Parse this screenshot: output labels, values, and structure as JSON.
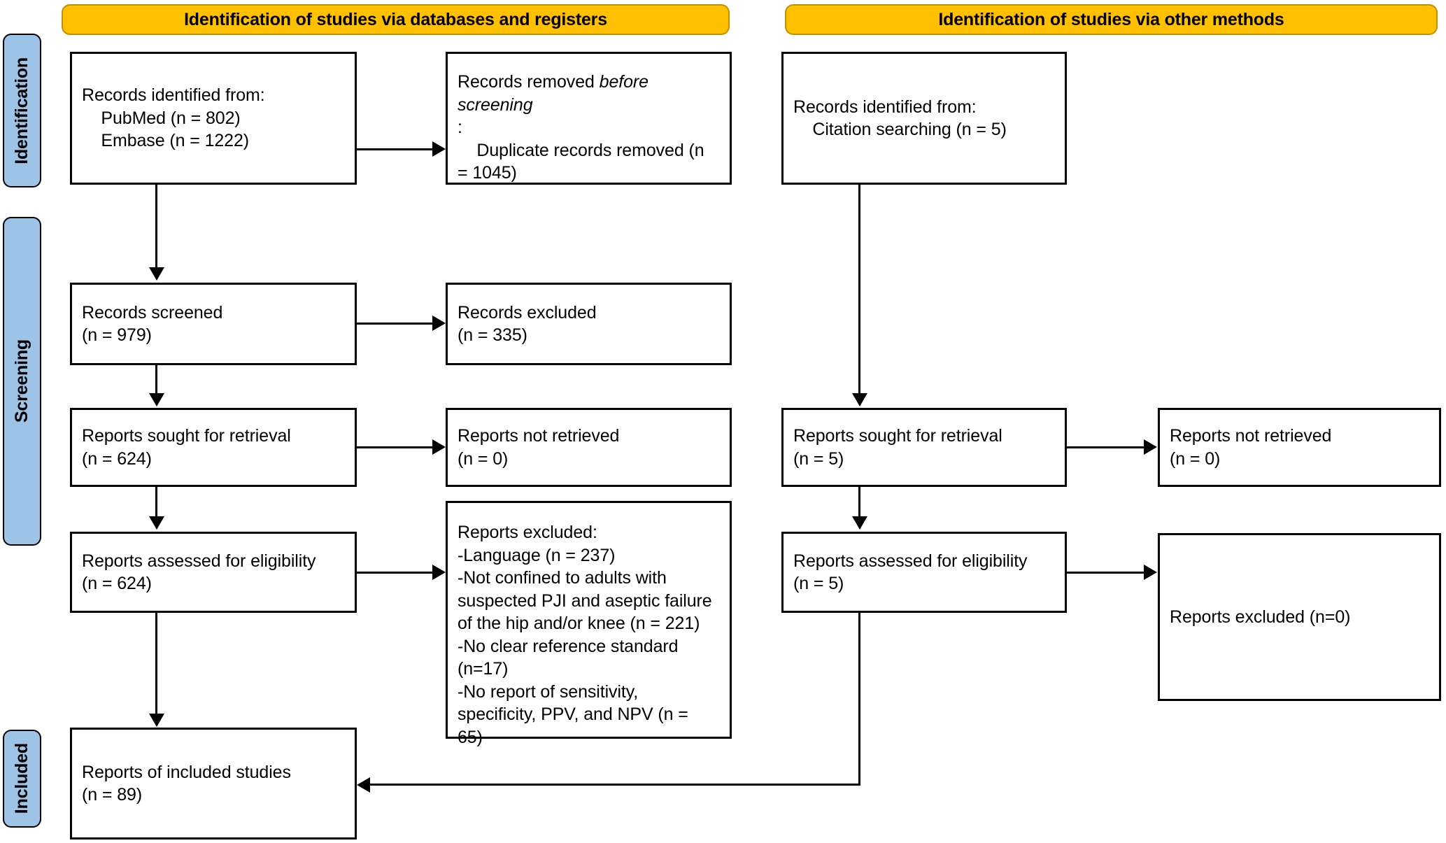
{
  "diagram": {
    "title": "PRISMA 2020 flow diagram",
    "colors": {
      "stage_header_fill": "#ffc000",
      "stage_header_border": "#bf9000",
      "phase_label_fill": "#9dc3e6",
      "box_border": "#000000",
      "text": "#000000",
      "background": "#ffffff"
    }
  },
  "stage_headers": {
    "databases": "Identification of studies via databases and registers",
    "other_methods": "Identification of studies via other methods"
  },
  "phase_labels": {
    "identification": "Identification",
    "screening": "Screening",
    "included": "Included"
  },
  "boxes": {
    "records_identified_databases": "Records identified from:\n    PubMed (n = 802)\n    Embase (n = 1222)",
    "records_removed_line1": "Records removed ",
    "records_removed_italic1": "before",
    "records_removed_italic2": "screening",
    "records_removed_line2": ":\n    Duplicate records removed (n\n= 1045)",
    "records_identified_other": "Records identified from:\n    Citation searching (n = 5)",
    "records_screened": "Records screened\n(n = 979)",
    "records_excluded": "Records excluded\n(n = 335)",
    "reports_sought_left": "Reports sought for retrieval\n(n = 624)",
    "reports_not_retrieved_left": "Reports not retrieved\n(n = 0)",
    "reports_assessed_left": "Reports assessed for eligibility\n(n = 624)",
    "reports_excluded_detail": "Reports excluded:\n-Language (n = 237)\n-Not confined to adults with\nsuspected PJI and aseptic failure\nof the hip and/or knee (n = 221)\n-No clear reference standard\n(n=17)\n-No report of sensitivity,\nspecificity, PPV, and NPV (n =\n65)",
    "reports_sought_right": "Reports sought for retrieval\n(n = 5)",
    "reports_not_retrieved_right": "Reports not retrieved\n(n = 0)",
    "reports_assessed_right": "Reports assessed for eligibility\n(n = 5)",
    "reports_excluded_right": "Reports excluded (n=0)",
    "reports_included": "Reports of included studies\n(n = 89)"
  },
  "chart_data": {
    "type": "diagram",
    "title": "PRISMA 2020 flow diagram",
    "nodes": [
      {
        "id": "records_identified_databases",
        "label": "Records identified from: PubMed (n = 802), Embase (n = 1222)",
        "values": {
          "PubMed": 802,
          "Embase": 1222
        },
        "column": "databases",
        "phase": "Identification"
      },
      {
        "id": "records_removed",
        "label": "Records removed before screening: Duplicate records removed (n = 1045)",
        "values": {
          "Duplicate records removed": 1045
        },
        "column": "databases",
        "phase": "Identification"
      },
      {
        "id": "records_identified_other",
        "label": "Records identified from: Citation searching (n = 5)",
        "values": {
          "Citation searching": 5
        },
        "column": "other",
        "phase": "Identification"
      },
      {
        "id": "records_screened",
        "label": "Records screened",
        "values": {
          "n": 979
        },
        "column": "databases",
        "phase": "Screening"
      },
      {
        "id": "records_excluded",
        "label": "Records excluded",
        "values": {
          "n": 335
        },
        "column": "databases",
        "phase": "Screening"
      },
      {
        "id": "reports_sought_left",
        "label": "Reports sought for retrieval",
        "values": {
          "n": 624
        },
        "column": "databases",
        "phase": "Screening"
      },
      {
        "id": "reports_not_retrieved_left",
        "label": "Reports not retrieved",
        "values": {
          "n": 0
        },
        "column": "databases",
        "phase": "Screening"
      },
      {
        "id": "reports_assessed_left",
        "label": "Reports assessed for eligibility",
        "values": {
          "n": 624
        },
        "column": "databases",
        "phase": "Screening"
      },
      {
        "id": "reports_excluded_detail",
        "label": "Reports excluded",
        "values": {
          "Language": 237,
          "Not confined to adults with suspected PJI and aseptic failure of the hip and/or knee": 221,
          "No clear reference standard": 17,
          "No report of sensitivity, specificity, PPV, and NPV": 65
        },
        "column": "databases",
        "phase": "Screening"
      },
      {
        "id": "reports_sought_right",
        "label": "Reports sought for retrieval",
        "values": {
          "n": 5
        },
        "column": "other",
        "phase": "Screening"
      },
      {
        "id": "reports_not_retrieved_right",
        "label": "Reports not retrieved",
        "values": {
          "n": 0
        },
        "column": "other",
        "phase": "Screening"
      },
      {
        "id": "reports_assessed_right",
        "label": "Reports assessed for eligibility",
        "values": {
          "n": 5
        },
        "column": "other",
        "phase": "Screening"
      },
      {
        "id": "reports_excluded_right",
        "label": "Reports excluded",
        "values": {
          "n": 0
        },
        "column": "other",
        "phase": "Screening"
      },
      {
        "id": "reports_included",
        "label": "Reports of included studies",
        "values": {
          "n": 89
        },
        "column": "databases",
        "phase": "Included"
      }
    ],
    "edges": [
      {
        "from": "records_identified_databases",
        "to": "records_removed",
        "direction": "right"
      },
      {
        "from": "records_identified_databases",
        "to": "records_screened",
        "direction": "down"
      },
      {
        "from": "records_screened",
        "to": "records_excluded",
        "direction": "right"
      },
      {
        "from": "records_screened",
        "to": "reports_sought_left",
        "direction": "down"
      },
      {
        "from": "reports_sought_left",
        "to": "reports_not_retrieved_left",
        "direction": "right"
      },
      {
        "from": "reports_sought_left",
        "to": "reports_assessed_left",
        "direction": "down"
      },
      {
        "from": "reports_assessed_left",
        "to": "reports_excluded_detail",
        "direction": "right"
      },
      {
        "from": "reports_assessed_left",
        "to": "reports_included",
        "direction": "down"
      },
      {
        "from": "records_identified_other",
        "to": "reports_sought_right",
        "direction": "down"
      },
      {
        "from": "reports_sought_right",
        "to": "reports_not_retrieved_right",
        "direction": "right"
      },
      {
        "from": "reports_sought_right",
        "to": "reports_assessed_right",
        "direction": "down"
      },
      {
        "from": "reports_assessed_right",
        "to": "reports_excluded_right",
        "direction": "right"
      },
      {
        "from": "reports_assessed_right",
        "to": "reports_included",
        "direction": "left"
      }
    ]
  }
}
